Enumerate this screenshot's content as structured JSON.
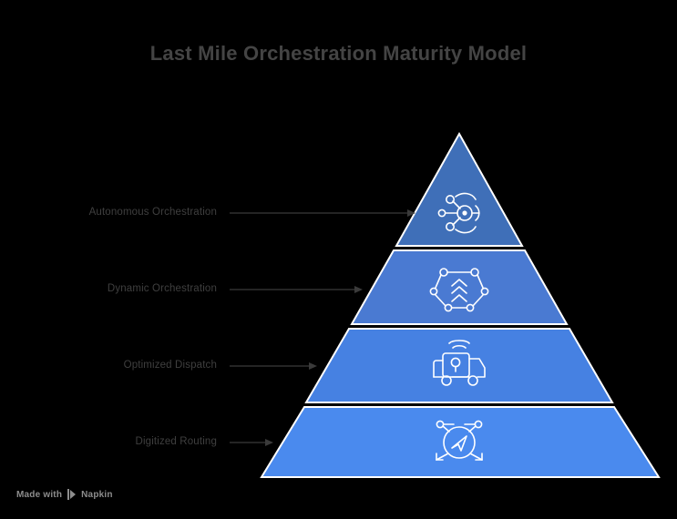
{
  "header": {
    "title": "Last Mile Orchestration Maturity Model"
  },
  "colors": {
    "background": "#000000",
    "title_text": "#444444",
    "label_text": "#3f3f3f",
    "arrow": "#3a3a3a",
    "tier_border": "#ffffff",
    "icon": "#ffffff",
    "footer_text": "#8d8d8d",
    "tier_1": "#3f6fb8",
    "tier_2": "#4a7ad2",
    "tier_3": "#4681e2",
    "tier_4": "#4a8aee"
  },
  "chart_data": {
    "type": "pyramid",
    "title": "Last Mile Orchestration Maturity Model",
    "orientation": "apex-top",
    "level_count": 4,
    "levels": [
      {
        "rank": 4,
        "label": "Autonomous Orchestration",
        "icon": "network-nodes-icon",
        "color": "#3f6fb8"
      },
      {
        "rank": 3,
        "label": "Dynamic Orchestration",
        "icon": "hexagon-network-waves-icon",
        "color": "#4a7ad2"
      },
      {
        "rank": 2,
        "label": "Optimized Dispatch",
        "icon": "delivery-truck-signal-icon",
        "color": "#4681e2"
      },
      {
        "rank": 1,
        "label": "Digitized Routing",
        "icon": "navigation-compass-icon",
        "color": "#4a8aee"
      }
    ]
  },
  "footer": {
    "made_with": "Made with",
    "brand": "Napkin",
    "logo_icon": "napkin-logo-icon"
  }
}
